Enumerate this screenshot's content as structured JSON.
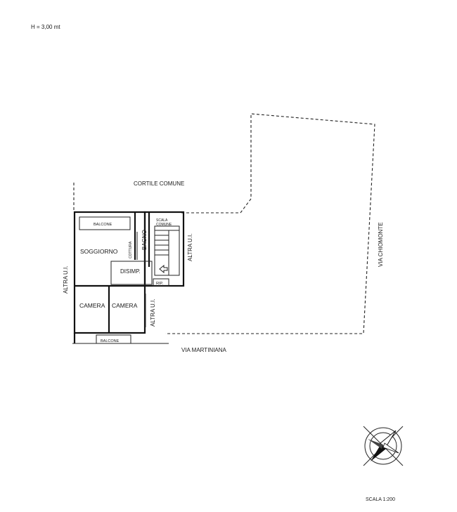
{
  "header": {
    "height_note": "H = 3,00 mt"
  },
  "labels": {
    "cortile": "CORTILE COMUNE",
    "via_martiniana": "VIA MARTINIANA",
    "via_chiomonte": "VIA CHIOMONTE",
    "altra_ui_left": "ALTRA U.I.",
    "altra_ui_right": "ALTRA U.I.",
    "altra_ui_bottom": "ALTRA U.I.",
    "balcone_top": "BALCONE",
    "balcone_bottom": "BALCONE",
    "soggiorno": "SOGGIORNO",
    "cottura": "COTTURA",
    "bagno": "BAGNO",
    "disimp": "DISIMP.",
    "camera1": "CAMERA",
    "camera2": "CAMERA",
    "scala_comune_1": "SCALA",
    "scala_comune_2": "COMUNE",
    "rip": "RIP."
  },
  "footer": {
    "scale": "SCALA 1:200"
  }
}
